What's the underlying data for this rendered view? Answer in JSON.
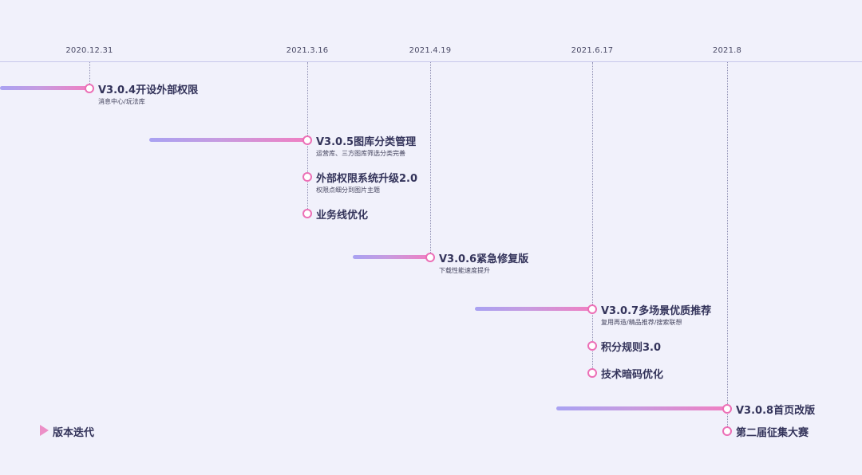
{
  "dates": [
    {
      "label": "2020.12.31"
    },
    {
      "label": "2021.3.16"
    },
    {
      "label": "2021.4.19"
    },
    {
      "label": "2021.6.17"
    },
    {
      "label": "2021.8"
    }
  ],
  "milestones": [
    {
      "title": "V3.0.4开设外部权限",
      "subtitle": "消息中心/玩法库"
    },
    {
      "title": "V3.0.5图库分类管理",
      "subtitle": "运营库、三方图库筛选分类完善"
    },
    {
      "title": "外部权限系统升级2.0",
      "subtitle": "权限点细分到图片主题"
    },
    {
      "title": "业务线优化",
      "subtitle": ""
    },
    {
      "title": "V3.0.6紧急修复版",
      "subtitle": "下载性能速度提升"
    },
    {
      "title": "V3.0.7多场景优质推荐",
      "subtitle": "复用再造/精品推荐/搜索联想"
    },
    {
      "title": "积分规则3.0",
      "subtitle": ""
    },
    {
      "title": "技术暗码优化",
      "subtitle": ""
    },
    {
      "title": "V3.0.8首页改版",
      "subtitle": ""
    },
    {
      "title": "第二届征集大赛",
      "subtitle": ""
    }
  ],
  "legend": {
    "label": "版本迭代"
  },
  "colors": {
    "bar_start": "#a9a2f2",
    "bar_end": "#f07fc2",
    "dot_border": "#ec6fb6",
    "background": "#f1f1fb"
  }
}
